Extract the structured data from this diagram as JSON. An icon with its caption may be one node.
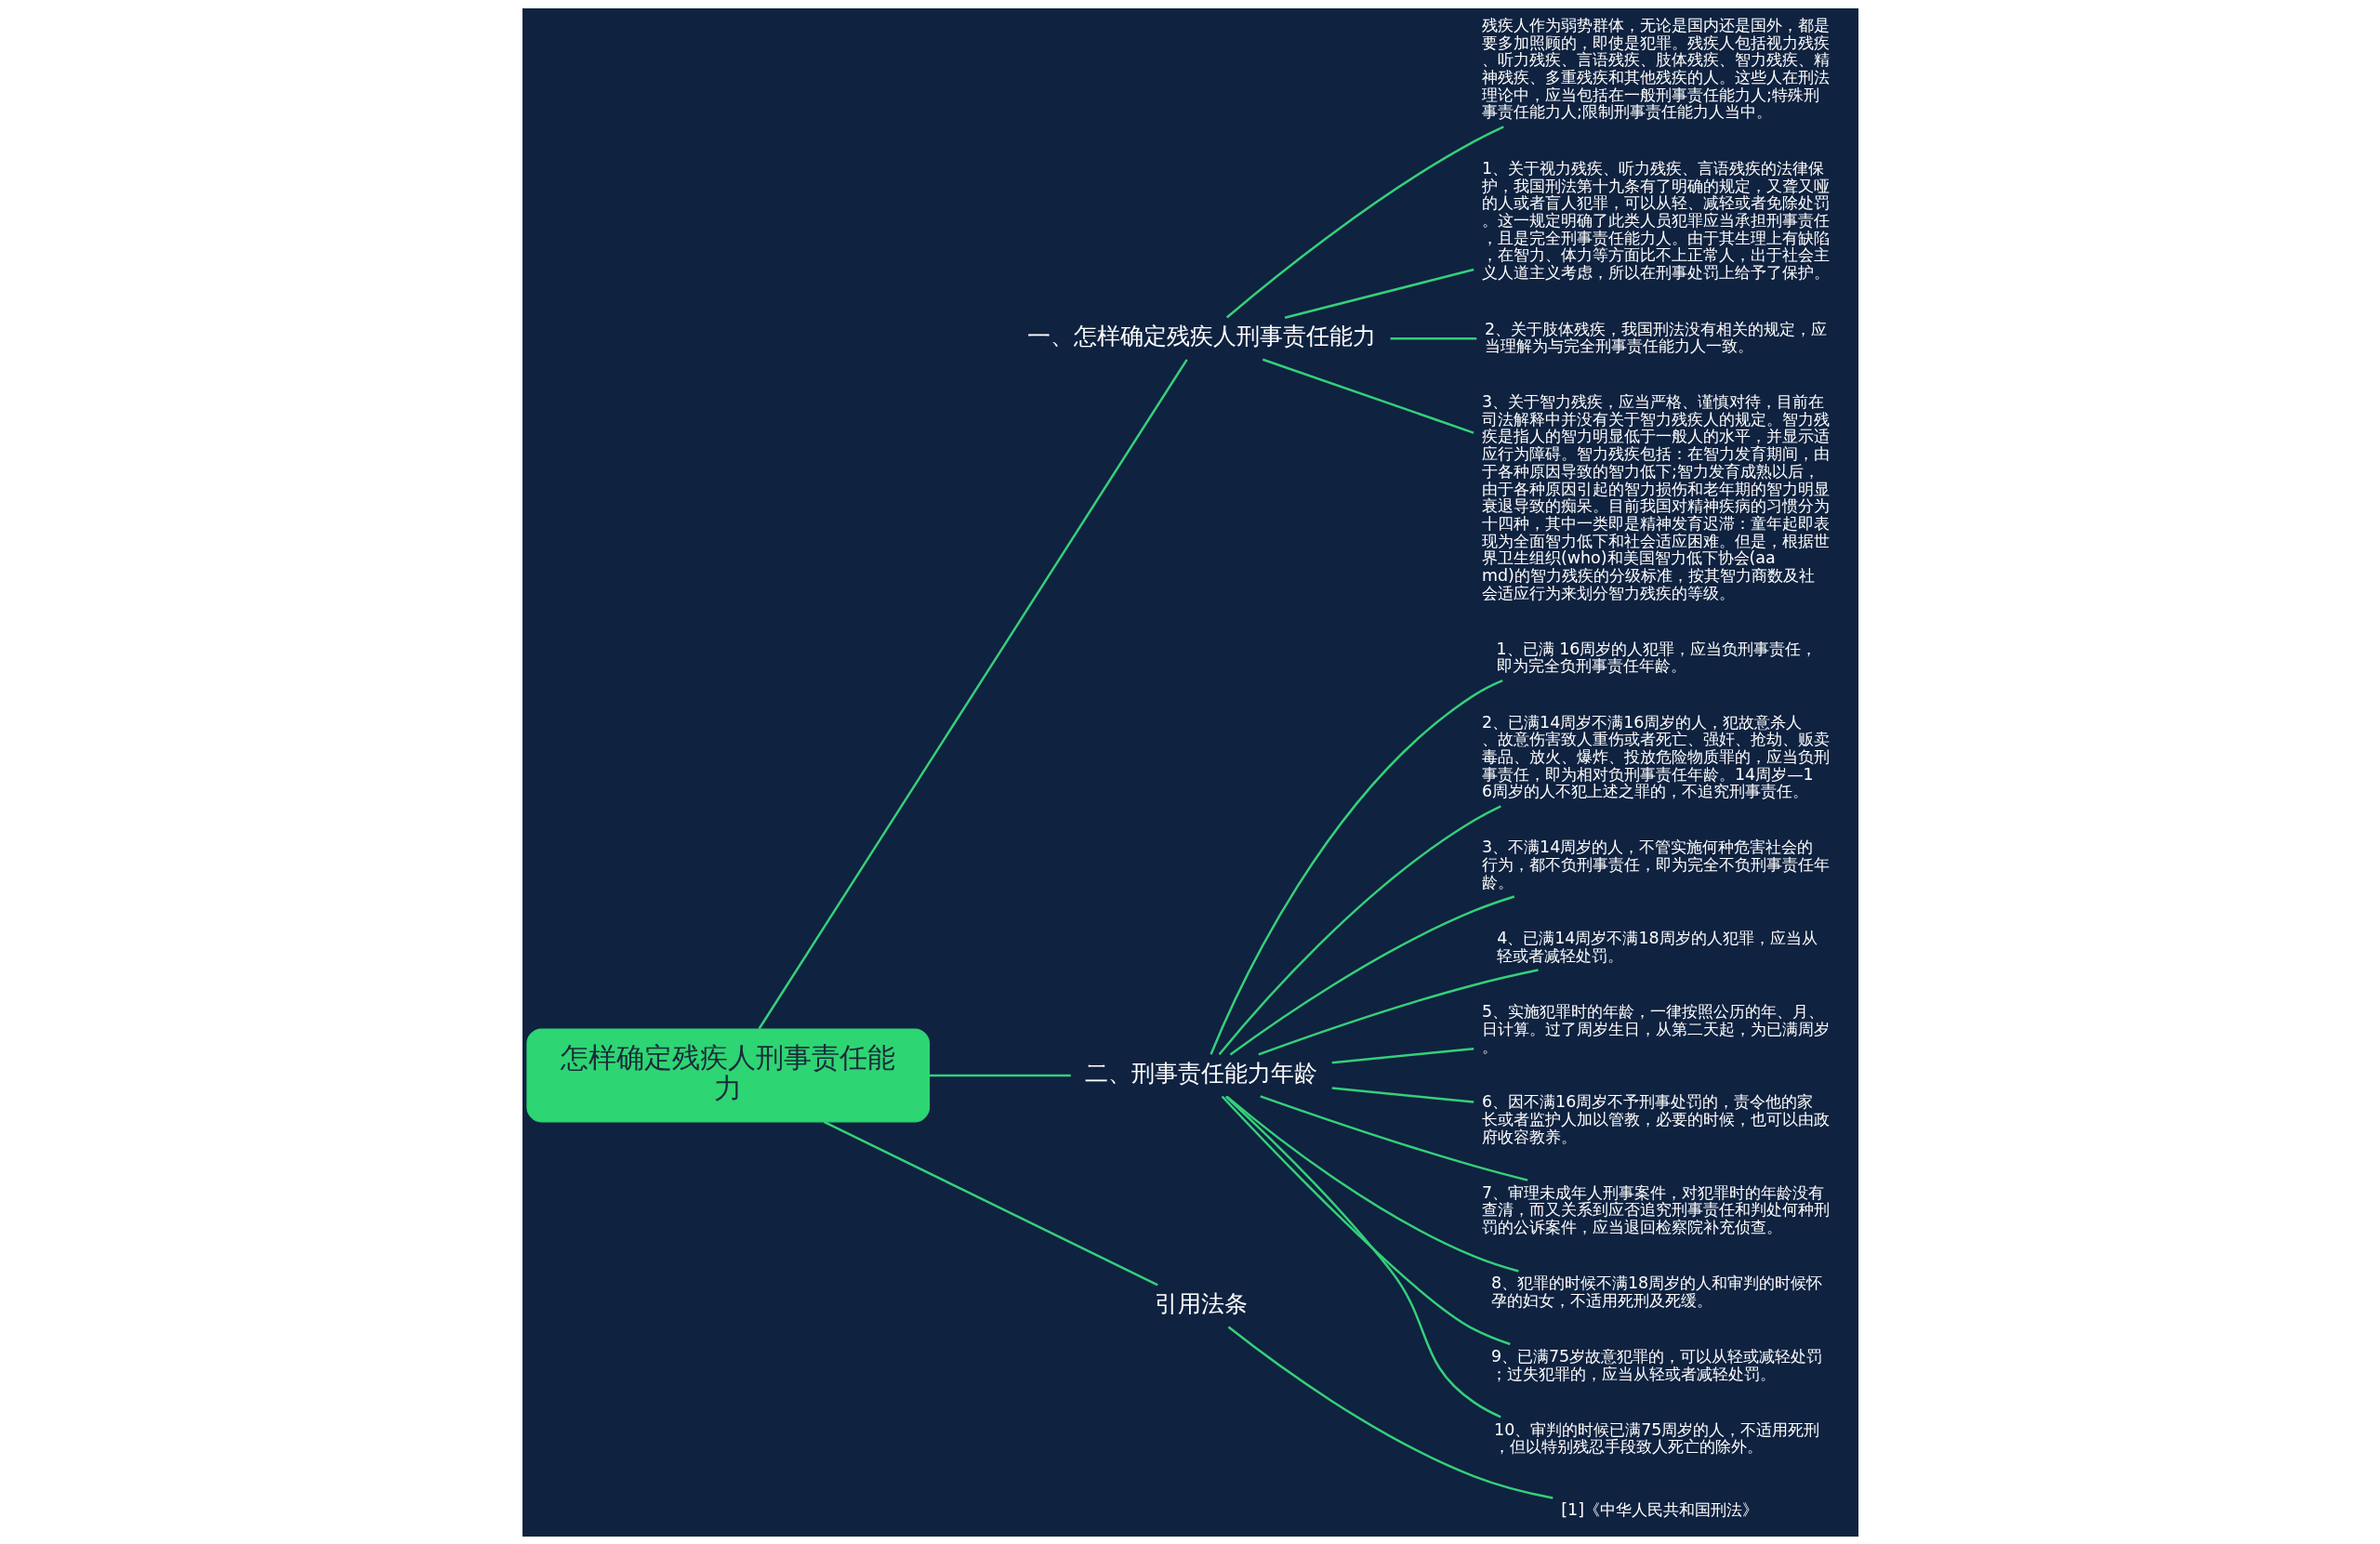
{
  "diagram": {
    "nodes": [
      {
        "text": [
          "怎样确定残疾人刑事责任能力"
        ]
      },
      {
        "text": [
          "一、怎样确定残疾人刑事责任能力"
        ]
      },
      {
        "text": [
          "残疾人作为弱势群体，无论是国内还是国外，都是要多加照顾的，即使是犯罪。残疾人包括视力残疾、听力残疾、言语残疾、肢体残疾、智力残疾、精神残疾、多重残疾和其他残疾的人。这些人在刑法理论中，应当包括在一般刑事责任能力人;特殊刑事责任能力人;限制刑事责任能力人当中。"
        ]
      },
      {
        "text": [
          "1、关于视力残疾、听力残疾、言语残疾的法律保护，我国刑法第十九条有了明确的规定，又聋又哑的人或者盲人犯罪，可以从轻、减轻或者免除处罚。这一规定明确了此类人员犯罪应当承担刑事责任，且是完全刑事责任能力人。由于其生理上有缺陷，在智力、体力等方面比不上正常人，出于社会主义人道主义考虑，所以在刑事处罚上给予了保护。"
        ]
      },
      {
        "text": [
          "2、关于肢体残疾，我国刑法没有相关的规定，应当理解为与完全刑事责任能力人一致。"
        ]
      },
      {
        "text": [
          "3、关于智力残疾，应当严格、谨慎对待，目前在司法解释中并没有关于智力残疾人的规定。智力残疾是指人的智力明显低于一般人的水平，并显示适应行为障碍。智力残疾包括：在智力发育期间，由于各种原因导致的智力低下;智力发育成熟以后，由于各种原因引起的智力损伤和老年期的智力明显衰退导致的痴呆。目前我国对精神疾病的习惯分为十四种，其中一类即是精神发育迟滞：童年起即表现为全面智力低下和社会适应困难。但是，根据世界卫生组织(who)和美国智力低下协会(aamd)的智力残疾的分级标准，按其智力商数及社会适应行为来划分智力残疾的等级。"
        ]
      },
      {
        "text": [
          "二、刑事责任能力年龄"
        ]
      },
      {
        "text": [
          "1、已满 16周岁的人犯罪，应当负刑事责任，即为完全负刑事责任年龄。"
        ]
      },
      {
        "text": [
          "2、已满14周岁不满16周岁的人，犯故意杀人、故意伤害致人重伤或者死亡、强奸、抢劫、贩卖毒品、放火、爆炸、投放危险物质罪的，应当负刑事责任，即为相对负刑事责任年龄。14周岁—16周岁的人不犯上述之罪的，不追究刑事责任。"
        ]
      },
      {
        "text": [
          "3、不满14周岁的人，不管实施何种危害社会的行为，都不负刑事责任，即为完全不负刑事责任年龄。"
        ]
      },
      {
        "text": [
          "4、已满14周岁不满18周岁的人犯罪，应当从轻或者减轻处罚。"
        ]
      },
      {
        "text": [
          "5、实施犯罪时的年龄，一律按照公历的年、月、日计算。过了周岁生日，从第二天起，为已满周岁。"
        ]
      },
      {
        "text": [
          "6、因不满16周岁不予刑事处罚的，责令他的家长或者监护人加以管教，必要的时候，也可以由政府收容教养。"
        ]
      },
      {
        "text": [
          "7、审理未成年人刑事案件，对犯罪时的年龄没有查清，而又关系到应否追究刑事责任和判处何种刑罚的公诉案件，应当退回检察院补充侦查。"
        ]
      },
      {
        "text": [
          "8、犯罪的时候不满18周岁的人和审判的时候怀孕的妇女，不适用死刑及死缓。"
        ]
      },
      {
        "text": [
          "9、已满75岁故意犯罪的，可以从轻或减轻处罚；过失犯罪的，应当从轻或者减轻处罚。"
        ]
      },
      {
        "text": [
          "10、审判的时候已满75周岁的人，不适用死刑，但以特别残忍手段致人死亡的除外。"
        ]
      },
      {
        "text": [
          "引用法条"
        ]
      },
      {
        "text": [
          "[1]《中华人民共和国刑法》"
        ]
      }
    ],
    "edges": [
      {
        "from": 0,
        "to": 1,
        "arrow": "none"
      },
      {
        "from": 1,
        "to": 2,
        "arrow": "none"
      },
      {
        "from": 1,
        "to": 3,
        "arrow": "none"
      },
      {
        "from": 1,
        "to": 4,
        "arrow": "none"
      },
      {
        "from": 1,
        "to": 5,
        "arrow": "none"
      },
      {
        "from": 0,
        "to": 6,
        "arrow": "none"
      },
      {
        "from": 6,
        "to": 7,
        "arrow": "none"
      },
      {
        "from": 6,
        "to": 8,
        "arrow": "none"
      },
      {
        "from": 6,
        "to": 9,
        "arrow": "none"
      },
      {
        "from": 6,
        "to": 10,
        "arrow": "none"
      },
      {
        "from": 6,
        "to": 11,
        "arrow": "none"
      },
      {
        "from": 6,
        "to": 12,
        "arrow": "none"
      },
      {
        "from": 6,
        "to": 13,
        "arrow": "none"
      },
      {
        "from": 6,
        "to": 14,
        "arrow": "none"
      },
      {
        "from": 6,
        "to": 15,
        "arrow": "none"
      },
      {
        "from": 6,
        "to": 16,
        "arrow": "none"
      },
      {
        "from": 0,
        "to": 17,
        "arrow": "none"
      },
      {
        "from": 17,
        "to": 18,
        "arrow": "none"
      }
    ]
  }
}
